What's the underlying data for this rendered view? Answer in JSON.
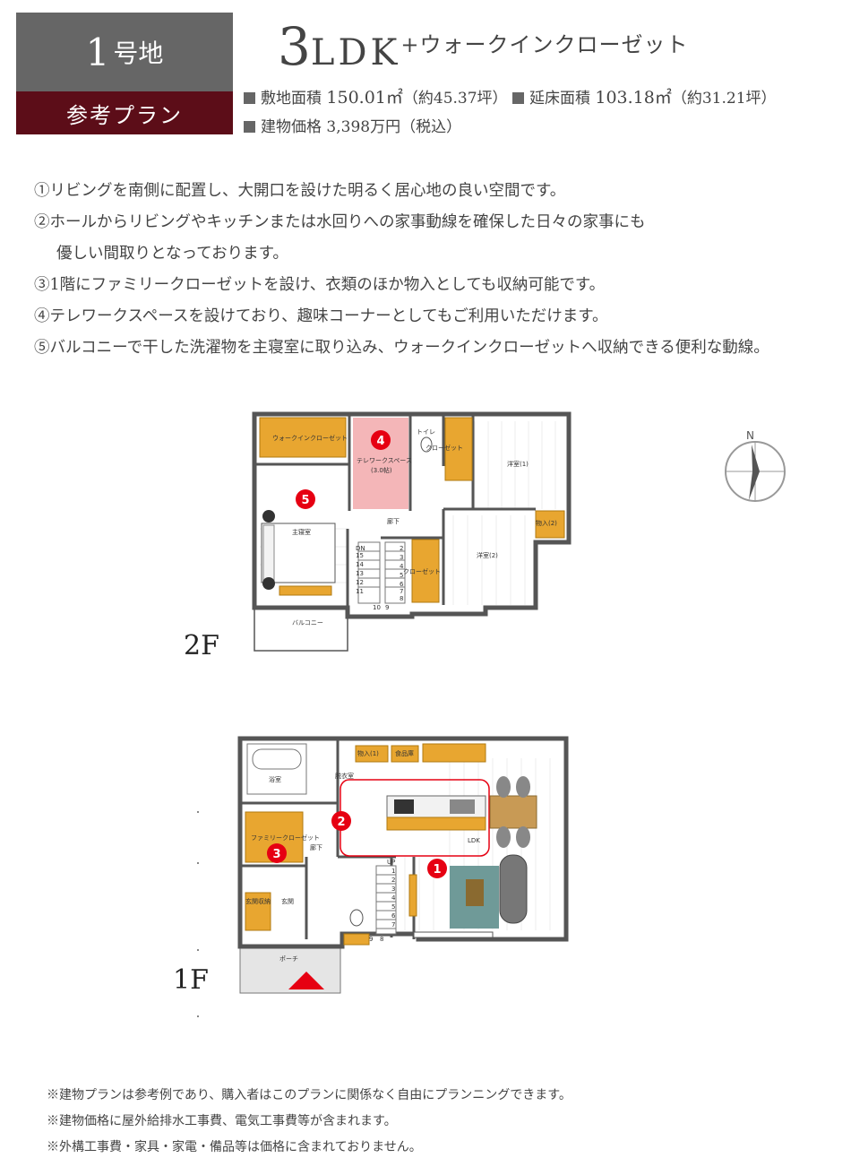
{
  "lot": {
    "number": "1",
    "suffix": "号地",
    "plan_label": "参考プラン"
  },
  "title": {
    "main_number": "3",
    "main_letters": "LDK",
    "suffix": "+ウォークインクローゼット"
  },
  "specs": {
    "site_label": "敷地面積",
    "site_value": "150.01㎡",
    "site_tsubo": "（約45.37坪）",
    "floor_label": "延床面積",
    "floor_value": "103.18㎡",
    "floor_tsubo": "（約31.21坪）",
    "price_label": "建物価格",
    "price_value": "3,398万円",
    "price_tax": "（税込）"
  },
  "points": [
    "①リビングを南側に配置し、大開口を設けた明るく居心地の良い空間です。",
    "②ホールからリビングやキッチンまたは水回りへの家事動線を確保した日々の家事にも",
    "優しい間取りとなっております。",
    "③1階にファミリークローゼットを設け、衣類のほか物入としても収納可能です。",
    "④テレワークスペースを設けており、趣味コーナーとしてもご利用いただけます。",
    "⑤バルコニーで干した洗濯物を主寝室に取り込み、ウォークインクローゼットへ収納できる便利な動線。"
  ],
  "floors": {
    "second": {
      "label": "2F",
      "rooms": {
        "wic": "ウォークインクローゼット",
        "telework": "テレワークスペース",
        "telework_size": "(3.0帖)",
        "toilet": "トイレ",
        "closet_top": "クローゼット",
        "western1": "洋室(1)",
        "master": "主寝室",
        "hall": "廊下",
        "storage2": "物入(2)",
        "closet_mid": "クローゼット",
        "western2": "洋室(2)",
        "balcony": "バルコニー",
        "stairs": [
          "DN",
          "15",
          "14",
          "13",
          "12",
          "11",
          "10",
          "9",
          "2",
          "3",
          "4",
          "5",
          "6",
          "7",
          "8"
        ]
      },
      "markers": [
        "4",
        "5"
      ]
    },
    "first": {
      "label": "1F",
      "rooms": {
        "bath": "浴室",
        "dressing": "脱衣室",
        "storage1": "物入(1)",
        "pantry": "食品庫",
        "family_closet": "ファミリークローゼット",
        "hall": "廊下",
        "ldk": "LDK",
        "entrance_storage": "玄関収納",
        "entrance": "玄関",
        "porch": "ポーチ",
        "stairs": [
          "UP",
          "1",
          "2",
          "3",
          "4",
          "5",
          "6",
          "7",
          "8",
          "9"
        ]
      },
      "markers": [
        "1",
        "2",
        "3"
      ]
    }
  },
  "compass": {
    "north": "N"
  },
  "notes": [
    "※建物プランは参考例であり、購入者はこのプランに関係なく自由にプランニングできます。",
    "※建物価格に屋外給排水工事費、電気工事費等が含まれます。",
    "※外構工事費・家具・家電・備品等は価格に含まれておりません。"
  ],
  "colors": {
    "lot_box": "#666666",
    "plan_box": "#5c0d18",
    "marker": "#e60012",
    "storage": "#e8a630",
    "telework": "#f4b6b8",
    "rug": "#6f9a98"
  }
}
